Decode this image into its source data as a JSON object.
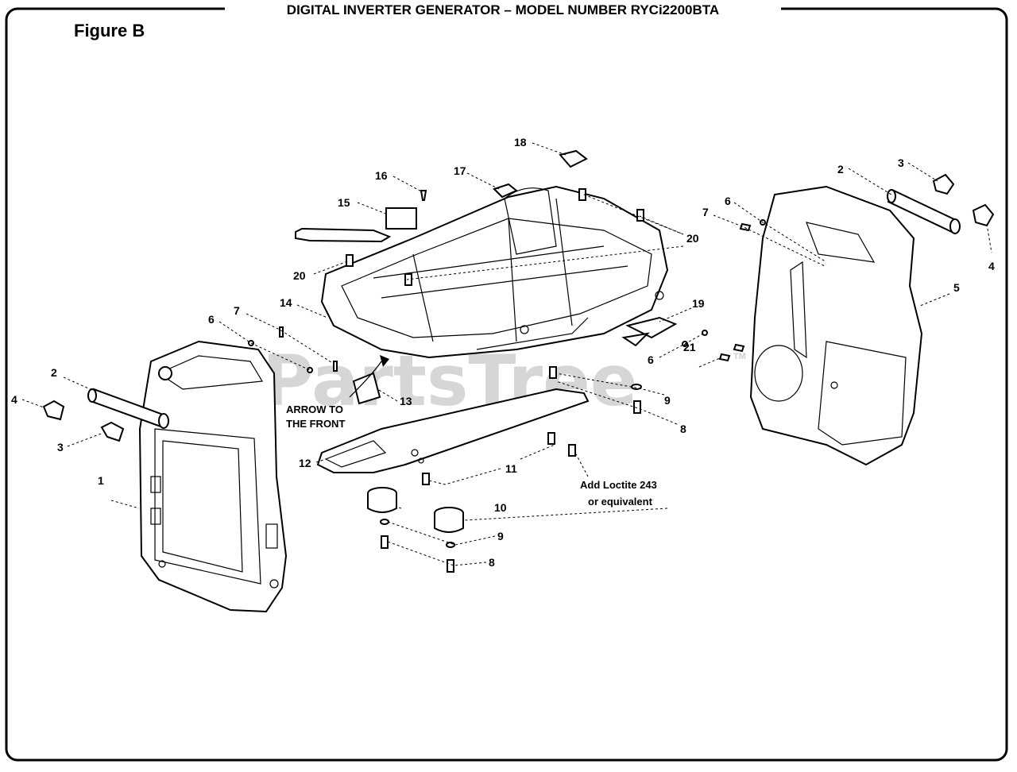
{
  "title": "DIGITAL INVERTER GENERATOR – MODEL NUMBER RYCi2200BTA",
  "figure_label": "Figure B",
  "watermark": "PartsTree",
  "watermark_tm": "TM",
  "notes": {
    "arrow_line1": "ARROW TO",
    "arrow_line2": "THE FRONT",
    "loctite_line1": "Add Loctite 243",
    "loctite_line2": "or equivalent"
  },
  "callouts": [
    "1",
    "2",
    "3",
    "4",
    "2",
    "3",
    "4",
    "5",
    "6",
    "7",
    "6",
    "7",
    "6",
    "8",
    "9",
    "10",
    "9",
    "8",
    "11",
    "12",
    "13",
    "14",
    "15",
    "16",
    "17",
    "18",
    "20",
    "20",
    "19",
    "21"
  ]
}
